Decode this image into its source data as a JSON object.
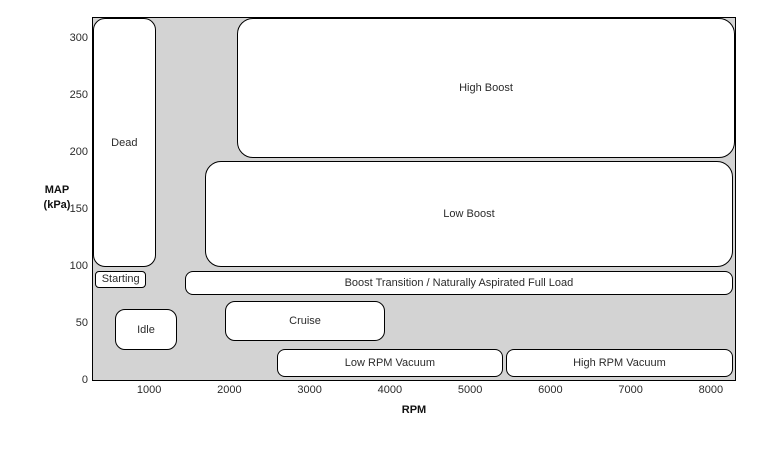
{
  "figure": {
    "x_axis_label": "RPM",
    "y_axis_label_line1": "MAP",
    "y_axis_label_line2": "(kPa)"
  },
  "chart_data": {
    "type": "area",
    "subtype": "engine-operating-region-map",
    "title": "",
    "xlabel": "RPM",
    "ylabel": "MAP (kPa)",
    "xlim": [
      300,
      8300
    ],
    "ylim": [
      0,
      318
    ],
    "xticks": [
      1000,
      2000,
      3000,
      4000,
      5000,
      6000,
      7000,
      8000
    ],
    "yticks": [
      0,
      50,
      100,
      150,
      200,
      250,
      300
    ],
    "grid": false,
    "legend": false,
    "plot_background_color": "#d3d3d3",
    "region_fill_color": "#ffffff",
    "region_border_color": "#000000",
    "regions": [
      {
        "name": "Dead",
        "rpm": [
          300,
          1080
        ],
        "map": [
          99,
          318
        ],
        "radius": 12
      },
      {
        "name": "High Boost",
        "rpm": [
          2095,
          8300
        ],
        "map": [
          195,
          318
        ],
        "radius": 16
      },
      {
        "name": "Low Boost",
        "rpm": [
          1700,
          8270
        ],
        "map": [
          99,
          192
        ],
        "radius": 16
      },
      {
        "name": "Starting",
        "rpm": [
          330,
          960
        ],
        "map": [
          81,
          96
        ],
        "radius": 4
      },
      {
        "name": "Boost Transition / Naturally Aspirated Full Load",
        "rpm": [
          1450,
          8270
        ],
        "map": [
          74.5,
          96
        ],
        "radius": 8
      },
      {
        "name": "Idle",
        "rpm": [
          575,
          1345
        ],
        "map": [
          26,
          62.5
        ],
        "radius": 10
      },
      {
        "name": "Cruise",
        "rpm": [
          1945,
          3940
        ],
        "map": [
          34,
          69
        ],
        "radius": 10
      },
      {
        "name": "Low RPM Vacuum",
        "rpm": [
          2590,
          5410
        ],
        "map": [
          2.5,
          27
        ],
        "radius": 8
      },
      {
        "name": "High RPM Vacuum",
        "rpm": [
          5450,
          8270
        ],
        "map": [
          2.5,
          27
        ],
        "radius": 8
      }
    ]
  }
}
